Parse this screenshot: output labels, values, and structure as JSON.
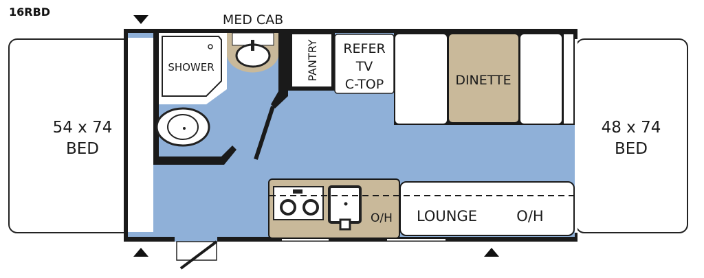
{
  "title": "16RBD",
  "labels": {
    "med_cab": "MED CAB",
    "shower": "SHOWER",
    "pantry": "PANTRY",
    "refer_line1": "REFER",
    "refer_line2": "TV",
    "refer_line3": "C-TOP",
    "dinette": "DINETTE",
    "left_bed_size": "54 x 74",
    "left_bed_label": "BED",
    "right_bed_size": "48 x 74",
    "right_bed_label": "BED",
    "galley_oh": "O/H",
    "lounge": "LOUNGE",
    "lounge_oh": "O/H"
  },
  "colors": {
    "floor": "#8fb0d8",
    "cabinet": "#c9b99a",
    "wall": "#1a1a1a"
  }
}
